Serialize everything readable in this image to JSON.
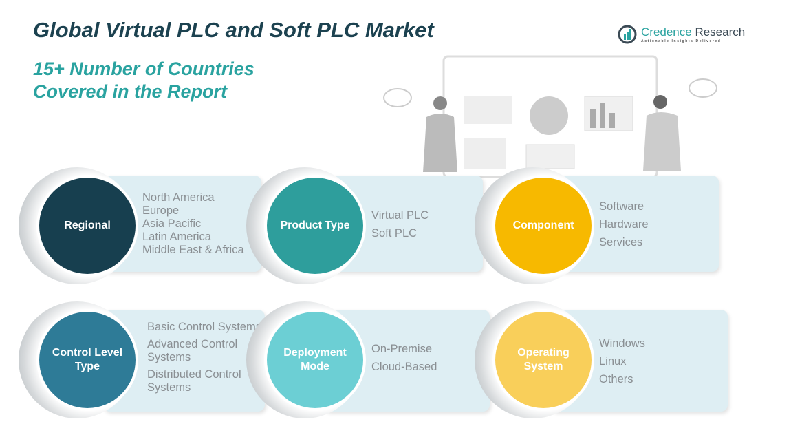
{
  "title": "Global Virtual PLC and Soft PLC Market",
  "subtitle_line1": "15+ Number of Countries",
  "subtitle_line2": "Covered in the Report",
  "logo": {
    "name_part1": "Credence",
    "name_part2": "Research",
    "tagline": "Actionable Insights Delivered"
  },
  "segments": [
    {
      "label": "Regional",
      "color": "#173f4f",
      "items": [
        "North America",
        "Europe",
        "Asia Pacific",
        "Latin America",
        "Middle East & Africa"
      ]
    },
    {
      "label": "Product Type",
      "color": "#2e9e9c",
      "items": [
        "Virtual PLC",
        "Soft PLC"
      ]
    },
    {
      "label": "Component",
      "color": "#f7b900",
      "items": [
        "Software",
        "Hardware",
        "Services"
      ]
    },
    {
      "label": "Control Level Type",
      "color": "#2e7b97",
      "items": [
        "Basic Control Systems",
        "Advanced Control Systems",
        "Distributed Control Systems"
      ]
    },
    {
      "label": "Deployment Mode",
      "color": "#6ccfd4",
      "items": [
        "On-Premise",
        "Cloud-Based"
      ]
    },
    {
      "label": "Operating System",
      "color": "#f9cf5a",
      "items": [
        "Windows",
        "Linux",
        "Others"
      ]
    }
  ]
}
